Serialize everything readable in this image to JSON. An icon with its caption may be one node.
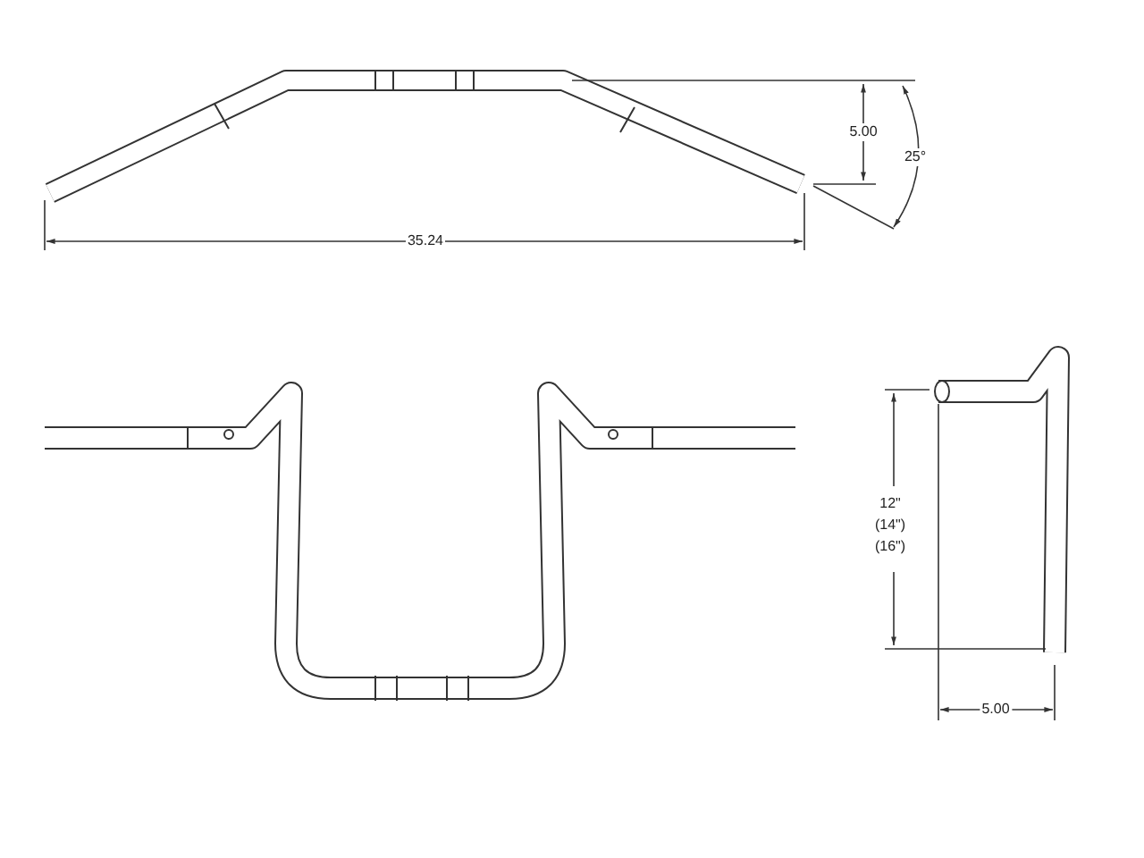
{
  "diagram": {
    "labels": [
      "5.00",
      "25°",
      "35.24",
      "12\"",
      "(14\")",
      "(16\")",
      "5.00"
    ]
  }
}
